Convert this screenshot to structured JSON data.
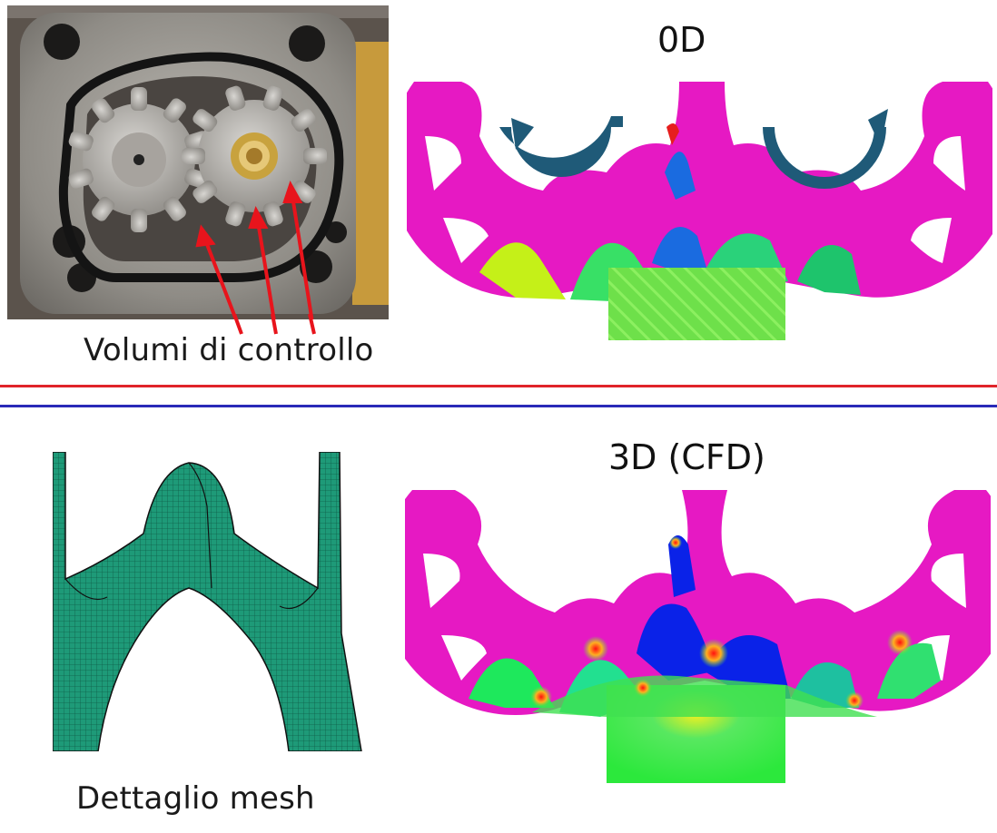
{
  "top": {
    "title": "0D",
    "photo_caption": "Volumi di controllo"
  },
  "bottom": {
    "title": "3D (CFD)",
    "mesh_caption": "Dettaglio mesh"
  },
  "colors": {
    "divider_top": "#e0242a",
    "divider_bottom": "#2a2ab8",
    "magenta": "#e619c3",
    "arrow_teal": "#1f5a78",
    "mesh_green": "#1e9a78",
    "annotation_red": "#e8141c"
  }
}
